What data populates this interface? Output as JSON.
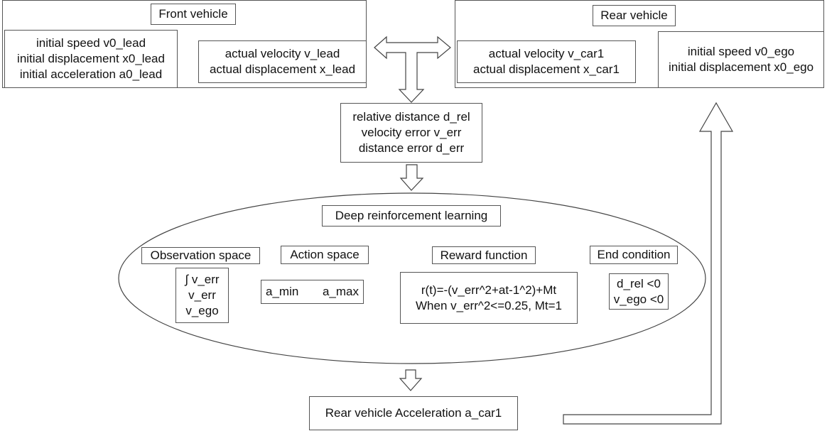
{
  "front_vehicle": {
    "title": "Front vehicle",
    "initial": [
      "initial speed v0_lead",
      "initial displacement x0_lead",
      "initial acceleration a0_lead"
    ],
    "actual": [
      "actual velocity v_lead",
      "actual displacement x_lead"
    ]
  },
  "rear_vehicle": {
    "title": "Rear vehicle",
    "actual": [
      "actual velocity v_car1",
      "actual displacement x_car1"
    ],
    "initial": [
      "initial speed  v0_ego",
      "initial displacement x0_ego"
    ]
  },
  "errors": [
    "relative distance d_rel",
    "velocity error v_err",
    "distance error d_err"
  ],
  "drl": {
    "title": "Deep reinforcement learning",
    "observation": {
      "label": "Observation space",
      "items": [
        "∫ v_err",
        "v_err",
        "v_ego"
      ]
    },
    "action": {
      "label": "Action space",
      "min": "a_min",
      "max": "a_max"
    },
    "reward": {
      "label": "Reward function",
      "lines": [
        "r(t)=-(v_err^2+at-1^2)+Mt",
        "When v_err^2<=0.25, Mt=1"
      ]
    },
    "end": {
      "label": "End condition",
      "lines": [
        "d_rel <0",
        "v_ego <0"
      ]
    }
  },
  "output": "Rear vehicle Acceleration a_car1"
}
